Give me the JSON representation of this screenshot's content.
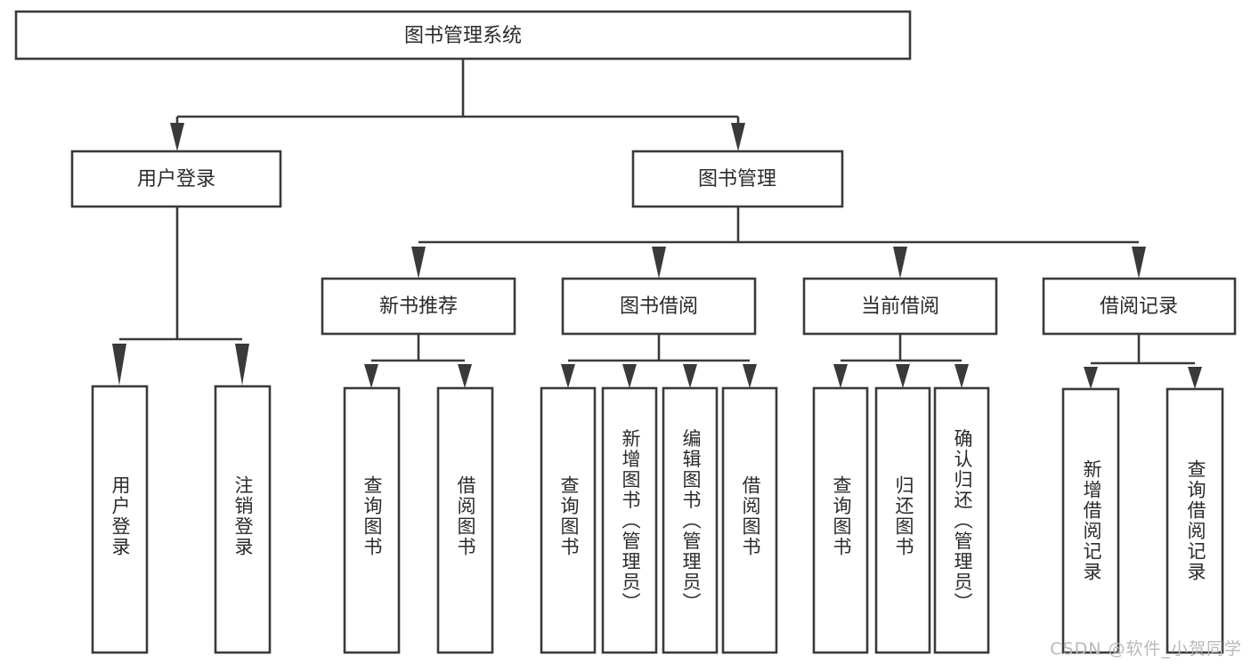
{
  "diagram": {
    "type": "tree",
    "title": "图书管理系统",
    "watermark": "CSDN @软件_小贺同学",
    "colors": {
      "stroke": "#3a3a3a",
      "box_fill": "#ffffff",
      "text": "#2b2b2b",
      "background": "#ffffff",
      "watermark": "#b9b9b9"
    },
    "levels": {
      "root": {
        "label": "图书管理系统"
      },
      "level2": [
        {
          "id": "user-login",
          "label": "用户登录"
        },
        {
          "id": "book-management",
          "label": "图书管理"
        }
      ],
      "level3": [
        {
          "id": "new-book-recommend",
          "label": "新书推荐"
        },
        {
          "id": "book-borrow",
          "label": "图书借阅"
        },
        {
          "id": "current-borrow",
          "label": "当前借阅"
        },
        {
          "id": "borrow-record",
          "label": "借阅记录"
        }
      ],
      "leaves": {
        "user-login": [
          {
            "id": "leaf-user-login",
            "label": "用户登录"
          },
          {
            "id": "leaf-user-logout",
            "label": "注销登录"
          }
        ],
        "new-book-recommend": [
          {
            "id": "leaf-query-book-1",
            "label": "查询图书"
          },
          {
            "id": "leaf-borrow-book-1",
            "label": "借阅图书"
          }
        ],
        "book-borrow": [
          {
            "id": "leaf-query-book-2",
            "label": "查询图书"
          },
          {
            "id": "leaf-add-book",
            "label": "新增图书（管理员）"
          },
          {
            "id": "leaf-edit-book",
            "label": "编辑图书（管理员）"
          },
          {
            "id": "leaf-borrow-book-2",
            "label": "借阅图书"
          }
        ],
        "current-borrow": [
          {
            "id": "leaf-query-book-3",
            "label": "查询图书"
          },
          {
            "id": "leaf-return-book",
            "label": "归还图书"
          },
          {
            "id": "leaf-confirm-return",
            "label": "确认归还（管理员）"
          }
        ],
        "borrow-record": [
          {
            "id": "leaf-add-record",
            "label": "新增借阅记录"
          },
          {
            "id": "leaf-query-record",
            "label": "查询借阅记录"
          }
        ]
      }
    }
  }
}
